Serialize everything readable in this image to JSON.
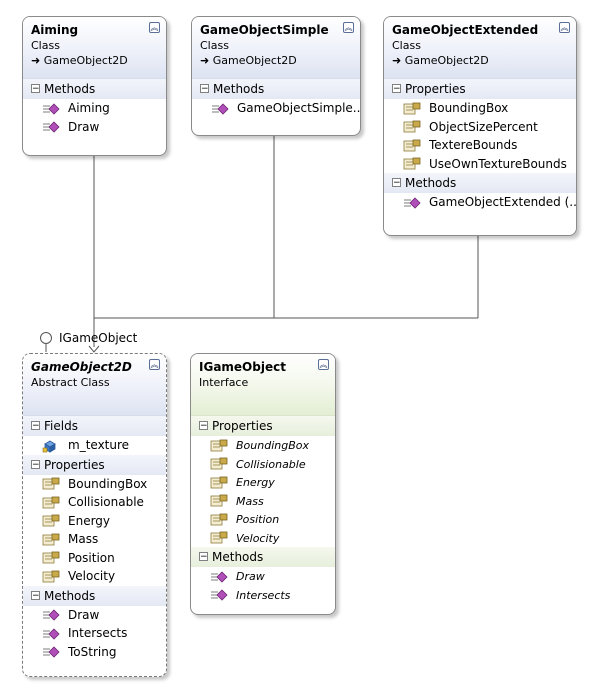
{
  "interface_label": "IGameObject",
  "classes": {
    "aiming": {
      "name": "Aiming",
      "kind": "Class",
      "base": "GameObject2D",
      "sections": [
        {
          "title": "Methods",
          "members": [
            "Aiming",
            "Draw"
          ]
        }
      ]
    },
    "game_object_simple": {
      "name": "GameObjectSimple",
      "kind": "Class",
      "base": "GameObject2D",
      "sections": [
        {
          "title": "Methods",
          "members": [
            "GameObjectSimple..."
          ]
        }
      ]
    },
    "game_object_extended": {
      "name": "GameObjectExtended",
      "kind": "Class",
      "base": "GameObject2D",
      "sections": [
        {
          "title": "Properties",
          "members": [
            "BoundingBox",
            "ObjectSizePercent",
            "TextereBounds",
            "UseOwnTextureBounds"
          ]
        },
        {
          "title": "Methods",
          "members": [
            "GameObjectExtended (..."
          ]
        }
      ]
    },
    "game_object_2d": {
      "name": "GameObject2D",
      "kind": "Abstract Class",
      "sections": [
        {
          "title": "Fields",
          "members": [
            "m_texture"
          ]
        },
        {
          "title": "Properties",
          "members": [
            "BoundingBox",
            "Collisionable",
            "Energy",
            "Mass",
            "Position",
            "Velocity"
          ]
        },
        {
          "title": "Methods",
          "members": [
            "Draw",
            "Intersects",
            "ToString"
          ]
        }
      ]
    },
    "i_game_object": {
      "name": "IGameObject",
      "kind": "Interface",
      "sections": [
        {
          "title": "Properties",
          "members": [
            "BoundingBox",
            "Collisionable",
            "Energy",
            "Mass",
            "Position",
            "Velocity"
          ]
        },
        {
          "title": "Methods",
          "members": [
            "Draw",
            "Intersects"
          ]
        }
      ]
    }
  },
  "colors": {
    "method_icon": "#b04fb8",
    "property_icon": "#c9a94a",
    "field_icon": "#3a78c8",
    "connector": "#555555"
  }
}
